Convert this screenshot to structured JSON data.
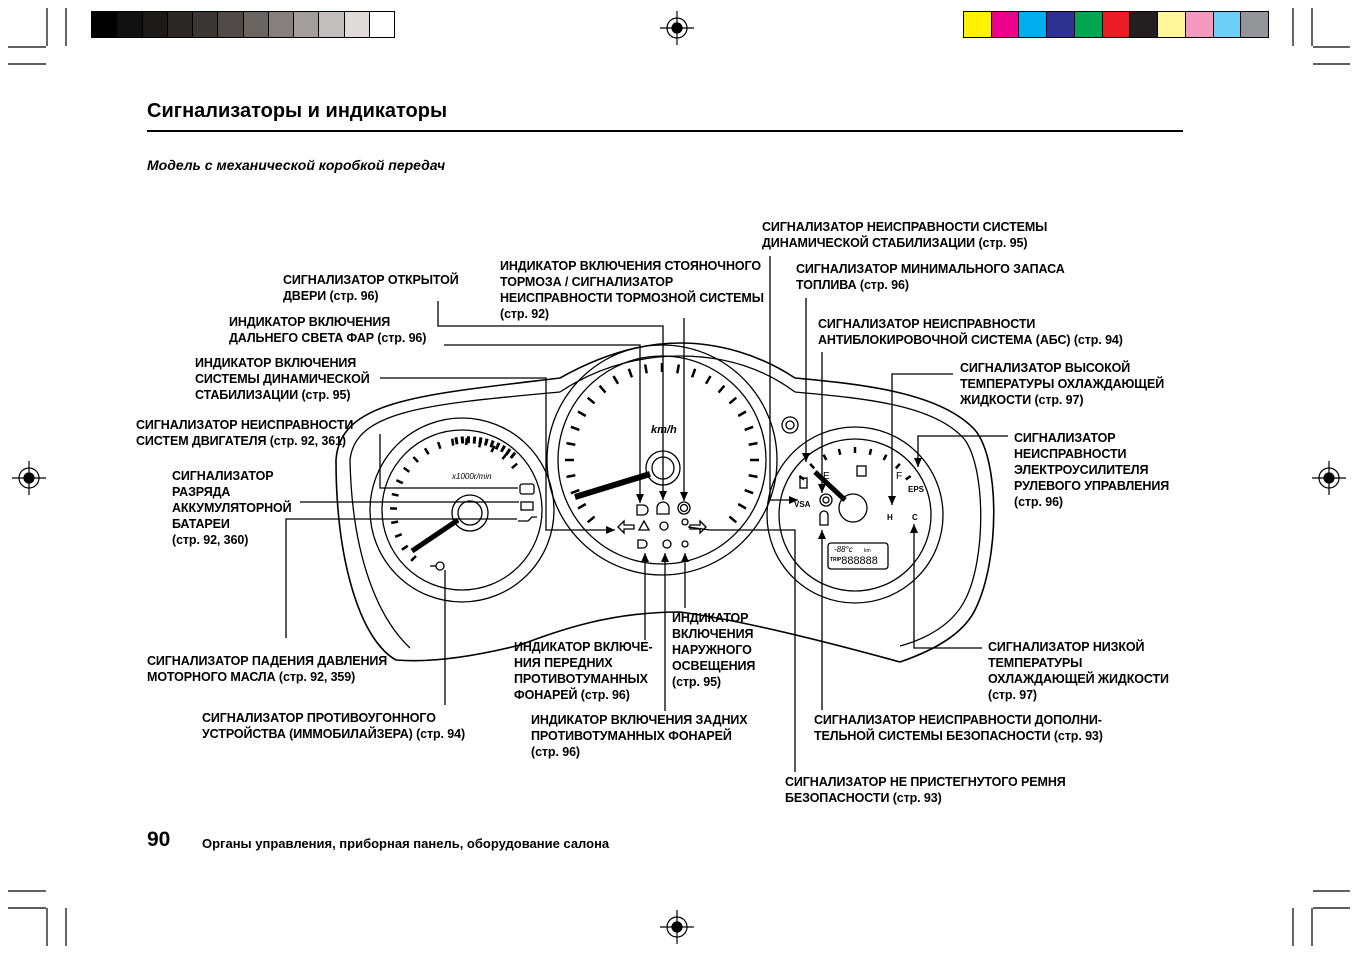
{
  "title": "Сигнализаторы и индикаторы",
  "subtitle": "Модель с механической коробкой передач",
  "page_number": "90",
  "footer": "Органы управления, приборная панель, оборудование салона",
  "gauge_text": {
    "rpm_unit": "x1000r/min",
    "speed_unit": "km/h",
    "fuel_e": "E",
    "fuel_f": "F",
    "eps": "EPS",
    "vsa": "VSA",
    "temp_h": "H",
    "temp_c": "C",
    "display_temp": "-88°c",
    "display_trip": "TRIP",
    "display_odo": "888888",
    "display_km": "km"
  },
  "labels": {
    "door": "СИГНАЛИЗАТОР ОТКРЫТОЙ\nДВЕРИ (стр. 96)",
    "high_beam": "ИНДИКАТОР ВКЛЮЧЕНИЯ\nДАЛЬНЕГО СВЕТА ФАР (стр. 96)",
    "vsa_on": "ИНДИКАТОР ВКЛЮЧЕНИЯ\nСИСТЕМЫ ДИНАМИЧЕСКОЙ\nСТАБИЛИЗАЦИИ (стр. 95)",
    "mil": "СИГНАЛИЗАТОР НЕИСПРАВНОСТИ\nСИСТЕМ ДВИГАТЕЛЯ (стр. 92, 361)",
    "charge": "СИГНАЛИЗАТОР\nРАЗРЯДА\nАККУМУЛЯТОРНОЙ\nБАТАРЕИ\n(стр. 92, 360)",
    "oil": "СИГНАЛИЗАТОР ПАДЕНИЯ ДАВЛЕНИЯ\nМОТОРНОГО МАСЛА (стр. 92, 359)",
    "immobilizer": "СИГНАЛИЗАТОР ПРОТИВОУГОННОГО\nУСТРОЙСТВА (ИММОБИЛАЙЗЕРА) (стр. 94)",
    "parking_brake": "ИНДИКАТОР ВКЛЮЧЕНИЯ СТОЯНОЧНОГО\nТОРМОЗА / СИГНАЛИЗАТОР\nНЕИСПРАВНОСТИ ТОРМОЗНОЙ СИСТЕМЫ\n(стр. 92)",
    "vsa_fault": "СИГНАЛИЗАТОР НЕИСПРАВНОСТИ СИСТЕМЫ\nДИНАМИЧЕСКОЙ СТАБИЛИЗАЦИИ (стр. 95)",
    "low_fuel": "СИГНАЛИЗАТОР МИНИМАЛЬНОГО ЗАПАСА\nТОПЛИВА (стр. 96)",
    "abs": "СИГНАЛИЗАТОР НЕИСПРАВНОСТИ\nАНТИБЛОКИРОВОЧНОЙ СИСТЕМА (АБС) (стр. 94)",
    "high_temp": "СИГНАЛИЗАТОР ВЫСОКОЙ\nТЕМПЕРАТУРЫ ОХЛАЖДАЮЩЕЙ\nЖИДКОСТИ (стр. 97)",
    "eps": "СИГНАЛИЗАТОР\nНЕИСПРАВНОСТИ\nЭЛЕКТРОУСИЛИТЕЛЯ\nРУЛЕВОГО УПРАВЛЕНИЯ\n(стр. 96)",
    "low_temp": "СИГНАЛИЗАТОР НИЗКОЙ\nТЕМПЕРАТУРЫ\nОХЛАЖДАЮЩЕЙ ЖИДКОСТИ\n(стр. 97)",
    "srs": "СИГНАЛИЗАТОР НЕИСПРАВНОСТИ ДОПОЛНИ-\nТЕЛЬНОЙ СИСТЕМЫ БЕЗОПАСНОСТИ (стр. 93)",
    "seatbelt": "СИГНАЛИЗАТОР НЕ ПРИСТЕГНУТОГО РЕМНЯ\nБЕЗОПАСНОСТИ (стр. 93)",
    "front_fog": "ИНДИКАТОР ВКЛЮЧЕ-\nНИЯ ПЕРЕДНИХ\nПРОТИВОТУМАННЫХ\nФОНАРЕЙ (стр. 96)",
    "lights_on": "ИНДИКАТОР\nВКЛЮЧЕНИЯ\nНАРУЖНОГО\nОСВЕЩЕНИЯ\n(стр. 95)",
    "rear_fog": "ИНДИКАТОР ВКЛЮЧЕНИЯ ЗАДНИХ\nПРОТИВОТУМАННЫХ ФОНАРЕЙ\n(стр. 96)"
  },
  "colors": {
    "gray_swatches": [
      "#000000",
      "#111111",
      "#1c1a19",
      "#2a2725",
      "#3a3634",
      "#4f4a47",
      "#6a6461",
      "#85807d",
      "#a39e9c",
      "#c2bebd",
      "#dedbda",
      "#ffffff"
    ],
    "color_swatches": [
      "#fff200",
      "#ec008c",
      "#00aeef",
      "#2e3192",
      "#00a651",
      "#ed1c24",
      "#231f20",
      "#fff799",
      "#f49ac1",
      "#6dcff6",
      "#939598"
    ]
  }
}
